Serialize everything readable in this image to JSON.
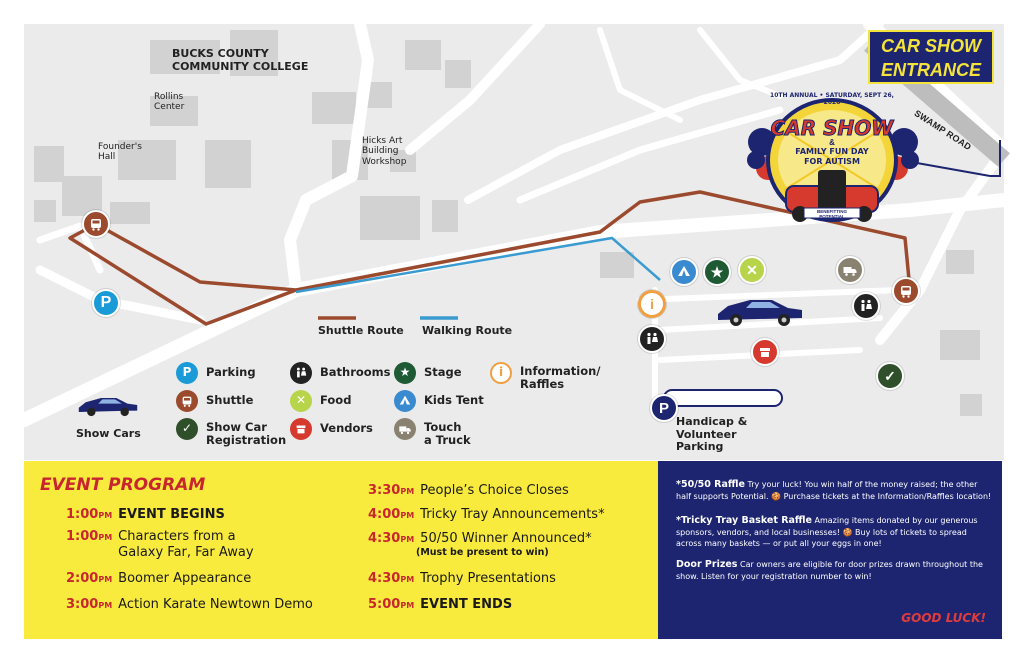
{
  "campus": {
    "college": "BUCKS COUNTY\nCOMMUNITY COLLEGE",
    "rollins": "Rollins\nCenter",
    "founders": "Founder's\nHall",
    "hicks": "Hicks Art\nBuilding\nWorkshop"
  },
  "entrance": {
    "label": "CAR SHOW\nENTRANCE"
  },
  "road": {
    "swamp": "SWAMP ROAD"
  },
  "logo": {
    "arc": "10TH ANNUAL • SATURDAY, SEPT 26, 2026",
    "title": "CAR SHOW",
    "amp": "&",
    "sub1": "FAMILY FUN DAY",
    "sub2": "FOR AUTISM",
    "benefit": "BENEFITTING POTENTIAL"
  },
  "routes": {
    "shuttle": "Shuttle Route",
    "walking": "Walking Route",
    "shuttle_color": "#9b4a2e",
    "walking_color": "#3a9bd0"
  },
  "legend": {
    "parking": "Parking",
    "shuttle": "Shuttle",
    "registration": "Show Car\nRegistration",
    "bathrooms": "Bathrooms",
    "food": "Food",
    "vendors": "Vendors",
    "stage": "Stage",
    "kids": "Kids Tent",
    "truck": "Touch\na Truck",
    "info": "Information/\nRaffles",
    "show_cars": "Show Cars"
  },
  "handicap": "Handicap &\nVolunteer\nParking",
  "colors": {
    "parking": "#1a9ad6",
    "shuttle": "#9b4a2e",
    "registration": "#2f4f2a",
    "bathrooms": "#222222",
    "food": "#b8d44a",
    "vendors": "#d63a2e",
    "stage": "#1e5a33",
    "kids": "#3a8ad0",
    "truck": "#8a8270",
    "info": "#f0a040",
    "navy": "#1d2570",
    "yellow": "#f9eb3d",
    "red": "#c8262f"
  },
  "program": {
    "title": "EVENT PROGRAM",
    "left": [
      {
        "h": "1:00",
        "ap": "PM",
        "text": "EVENT BEGINS",
        "bold": true
      },
      {
        "h": "1:00",
        "ap": "PM",
        "text": "Characters from a\nGalaxy Far, Far Away"
      },
      {
        "h": "2:00",
        "ap": "PM",
        "text": "Boomer Appearance"
      },
      {
        "h": "3:00",
        "ap": "PM",
        "text": "Action Karate Newtown Demo"
      }
    ],
    "right": [
      {
        "h": "3:30",
        "ap": "PM",
        "text": "People’s Choice Closes"
      },
      {
        "h": "4:00",
        "ap": "PM",
        "text": "Tricky Tray Announcements*"
      },
      {
        "h": "4:30",
        "ap": "PM",
        "text": "50/50 Winner Announced*",
        "sub": "(Must be present to win)"
      },
      {
        "h": "4:30",
        "ap": "PM",
        "text": "Trophy Presentations"
      },
      {
        "h": "5:00",
        "ap": "PM",
        "text": "EVENT ENDS",
        "bold": true
      }
    ]
  },
  "info": {
    "raffle_title": "*50/50 Raffle",
    "raffle_text": "Try your luck! You win half of the money raised; the other half supports Potential. 🍪 Purchase tickets at the Information/Raffles location!",
    "tray_title": "*Tricky Tray Basket Raffle",
    "tray_text": "Amazing items donated by our generous sponsors, vendors, and local businesses! 🍪 Buy lots of tickets to spread across many baskets — or put all your eggs in one!",
    "door_title": "Door Prizes",
    "door_text": "Car owners are eligible for door prizes drawn throughout the show. Listen for your registration number to win!",
    "good_luck": "GOOD LUCK!"
  }
}
